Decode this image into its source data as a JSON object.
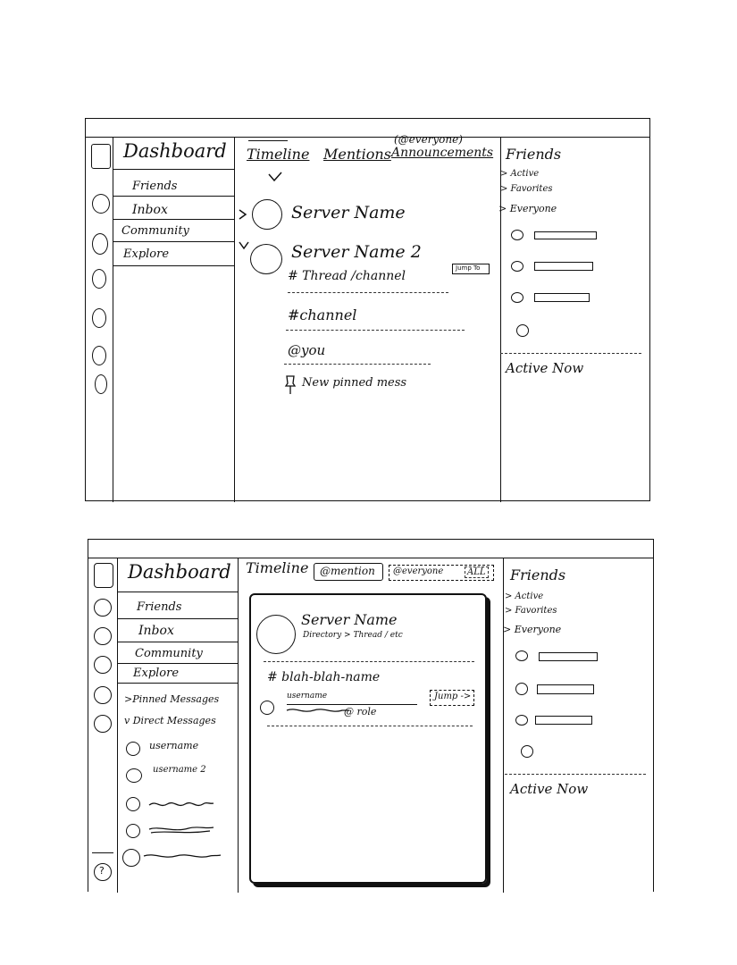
{
  "sketch1": {
    "sidebar": {
      "title": "Dashboard",
      "items": [
        "Friends",
        "Inbox",
        "Community",
        "Explore"
      ]
    },
    "main": {
      "tabs": [
        {
          "label": "Timeline"
        },
        {
          "label": "Mentions"
        },
        {
          "label": "Announcements",
          "note": "(@everyone)"
        }
      ],
      "servers": [
        "Server Name",
        "Server Name 2"
      ],
      "feed": [
        "# Thread /channel",
        "#channel",
        "@you",
        "New pinned mess"
      ],
      "jump_label": "Jump To"
    },
    "friends": {
      "title": "Friends",
      "filters": [
        "> Active",
        "> Favorites",
        "> Everyone"
      ],
      "active_now": "Active Now"
    }
  },
  "sketch2": {
    "sidebar": {
      "title": "Dashboard",
      "items": [
        "Friends",
        "Inbox",
        "Community",
        "Explore"
      ],
      "pinned": ">Pinned Messages",
      "direct": "v Direct Messages",
      "dms": [
        "username",
        "username 2"
      ],
      "help_icon": "?"
    },
    "main": {
      "tab_timeline": "Timeline",
      "tab_mention": "@mention",
      "tab_everyone": "@everyone",
      "tab_all": "ALL",
      "popup": {
        "server": "Server Name",
        "path": "Directory > Thread / etc",
        "channel": "# blah-blah-name",
        "username": "username",
        "role": "@ role",
        "jump": "Jump ->"
      }
    },
    "friends": {
      "title": "Friends",
      "filters": [
        "> Active",
        "> Favorites",
        "> Everyone"
      ],
      "active_now": "Active Now"
    }
  }
}
